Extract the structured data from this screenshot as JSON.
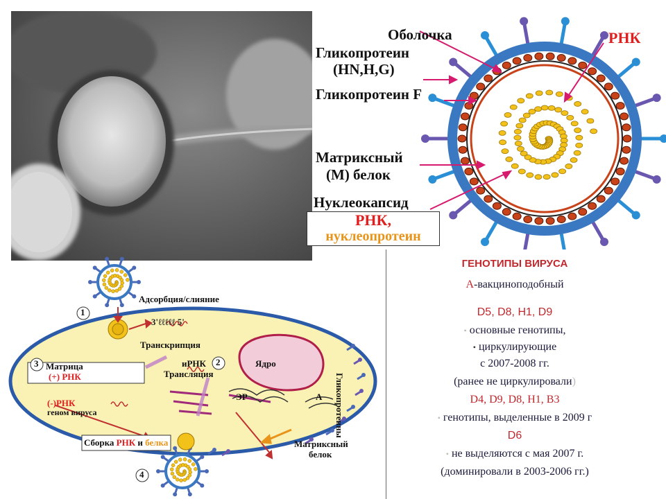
{
  "virion": {
    "labels": {
      "envelope": "Оболочка",
      "rna_top": "РНК",
      "glycoprotein_hn_1": "Гликопротеин",
      "glycoprotein_hn_2": "(HN,H,G)",
      "glycoprotein_f": "Гликопротеин F",
      "matrix_1": "Матриксный",
      "matrix_2": "(М) белок",
      "nucleocapsid": "Нуклеокапсид",
      "box_rna": "РНК,",
      "box_nucleoprotein": "нуклеопротеин"
    },
    "colors": {
      "envelope": "#3a78c2",
      "spike": "#2b8fd6",
      "matrix": "#c8421a",
      "nucleocapsid": "#f2c21a",
      "arrow": "#d61a6e",
      "rna_red": "#e02020",
      "nucleoprotein_orange": "#e8941a"
    }
  },
  "cycle": {
    "step_1": "1",
    "step_2": "2",
    "step_3": "3",
    "step_4": "4",
    "adsorption": "Адсорбция/слияние",
    "rna_ends": "3'ℓℓℓℓℓ 5'",
    "transcription": "Транскрипция",
    "mrna": "иРНК",
    "translation": "Трансляция",
    "nucleus": "Ядро",
    "er": "ЭР",
    "golgi": "А",
    "template_1": "Матрица",
    "template_2": "(+) РНК",
    "neg_rna_1": "(-)РНК",
    "neg_rna_2": "геном вируса",
    "assembly_prefix": "Сборка ",
    "assembly_rna": "РНК",
    "assembly_and": " и ",
    "assembly_proteins": "белка",
    "matrix_protein_1": "Матриксный",
    "matrix_protein_2": "белок",
    "glycoproteins_vertical": "Гликопротеины",
    "colors": {
      "cell_fill": "#faf2b4",
      "cell_border": "#2a5aa8",
      "nucleus_fill": "#f2cdd9",
      "nucleus_border": "#b01f4a"
    }
  },
  "genotypes": {
    "title": "ГЕНОТИПЫ  ВИРУСА",
    "vaccine_letter": "А",
    "vaccine_rest": "-вакциноподобный",
    "group1_codes": "D5, D8, H1, D9",
    "group1_line1": "основные генотипы,",
    "group1_line2": "циркулирующие",
    "group1_line3": "с 2007-2008 гг.",
    "group1_line4": "(ранее не циркулировали",
    "paren_close": ")",
    "group2_codes": "D4, D9, D8, H1, B3",
    "group2_line1": "генотипы, выделенные в 2009 г",
    "group3_code": "D6",
    "group3_line1": "не выделяются с мая 2007 г.",
    "group3_line2": "(доминировали в 2003-2006 гг.)",
    "bullet": "•",
    "colors": {
      "title": "#c0282d",
      "text": "#1a1a3a"
    }
  }
}
